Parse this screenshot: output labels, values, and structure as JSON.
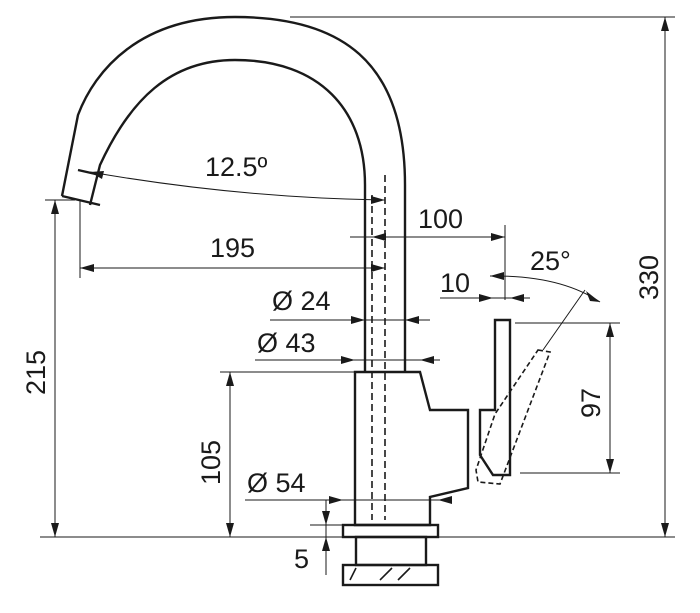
{
  "dimensions": {
    "spout_angle": "12.5º",
    "spout_reach": "195",
    "handle_offset": "100",
    "handle_gap": "10",
    "handle_swing_angle": "25°",
    "pipe_diameter": "Ø 24",
    "collar_diameter": "Ø 43",
    "base_diameter": "Ø 54",
    "spout_outlet_height": "215",
    "total_height": "330",
    "body_height": "105",
    "handle_height": "97",
    "base_gap": "5"
  },
  "colors": {
    "line": "#1a1a1a",
    "background": "#ffffff"
  }
}
